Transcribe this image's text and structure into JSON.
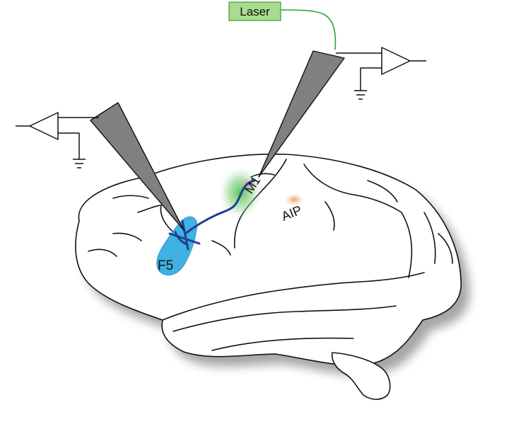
{
  "diagram": {
    "laser_label": "Laser",
    "regions": {
      "f5": "F5",
      "m1": "M1",
      "aip": "AIP"
    },
    "colors": {
      "laser_box_fill": "#a9dc8f",
      "laser_box_stroke": "#3e9a3e",
      "fiber": "#33a033",
      "electrode": "#808080",
      "f5_fill": "#3fb1e3",
      "pathway": "#1f3f8f",
      "m1_glow": "#5cc35c",
      "m1_spot": "#e07aa0",
      "aip_spot": "#f0a060",
      "outline": "#111111"
    }
  }
}
